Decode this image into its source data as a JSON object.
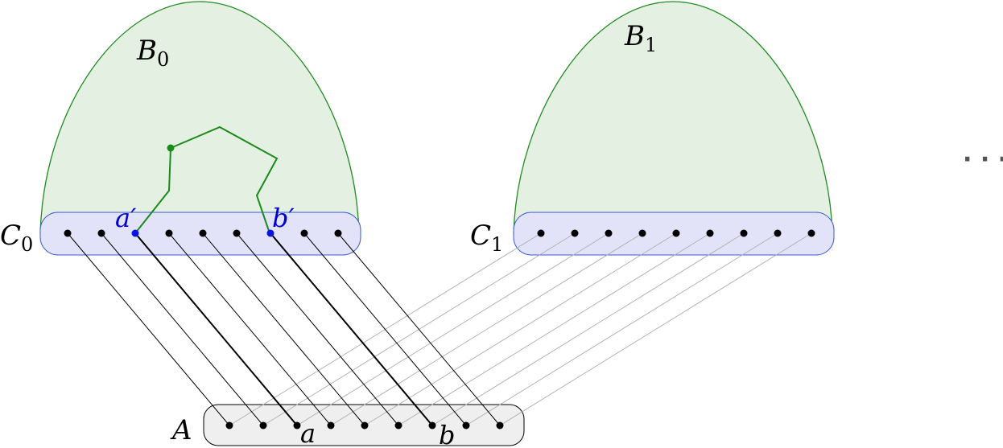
{
  "labels": {
    "b0": "B",
    "b0_sub": "0",
    "b1": "B",
    "b1_sub": "1",
    "c0": "C",
    "c0_sub": "0",
    "c1": "C",
    "c1_sub": "1",
    "a_set": "A",
    "a_prime": "a′",
    "b_prime": "b′",
    "a_point": "a",
    "b_point": "b",
    "ellipsis": "· · ·"
  },
  "colors": {
    "bag_fill": "#e4f1e2",
    "bag_stroke": "#228b22",
    "clique_fill": "#e2e2f8",
    "clique_stroke": "#3a5bd0",
    "set_a_fill": "#efefef",
    "path": "#1a8a1a",
    "highlight": "#0a14e0",
    "edge_c0": "#000000",
    "edge_c1": "#b3b3b3",
    "ellipsis": "#555555"
  },
  "structure": {
    "vertices_per_row": 9,
    "highlighted_c0_vertices": [
      2,
      6
    ],
    "highlighted_a_vertices": [
      2,
      6
    ],
    "edges_c0_to_a": "vertex i of C0 joined to vertex i of A",
    "edges_c1_to_a": "vertex i of C1 joined to vertex i of A"
  }
}
